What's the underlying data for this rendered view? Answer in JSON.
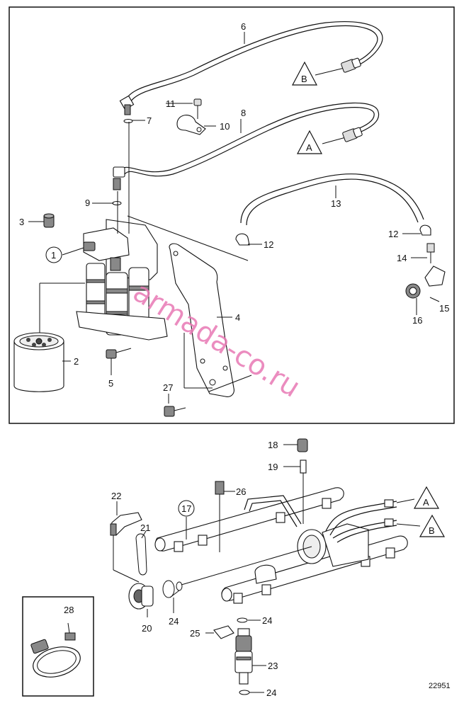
{
  "labels": {
    "p1": "1",
    "p2": "2",
    "p3": "3",
    "p4": "4",
    "p5": "5",
    "p6": "6",
    "p7": "7",
    "p8": "8",
    "p9": "9",
    "p10": "10",
    "p11": "11",
    "p12a": "12",
    "p12b": "12",
    "p13": "13",
    "p14": "14",
    "p15": "15",
    "p16": "16",
    "p17": "17",
    "p18": "18",
    "p19": "19",
    "p20": "20",
    "p21": "21",
    "p22": "22",
    "p23": "23",
    "p24a": "24",
    "p24b": "24",
    "p24c": "24",
    "p25": "25",
    "p26": "26",
    "p27": "27",
    "p28": "28"
  },
  "connectors": {
    "b_top": "B",
    "a_top": "A",
    "a_bottom": "A",
    "b_bottom": "B"
  },
  "figure_number": "22951",
  "watermark": "armada-co.ru"
}
